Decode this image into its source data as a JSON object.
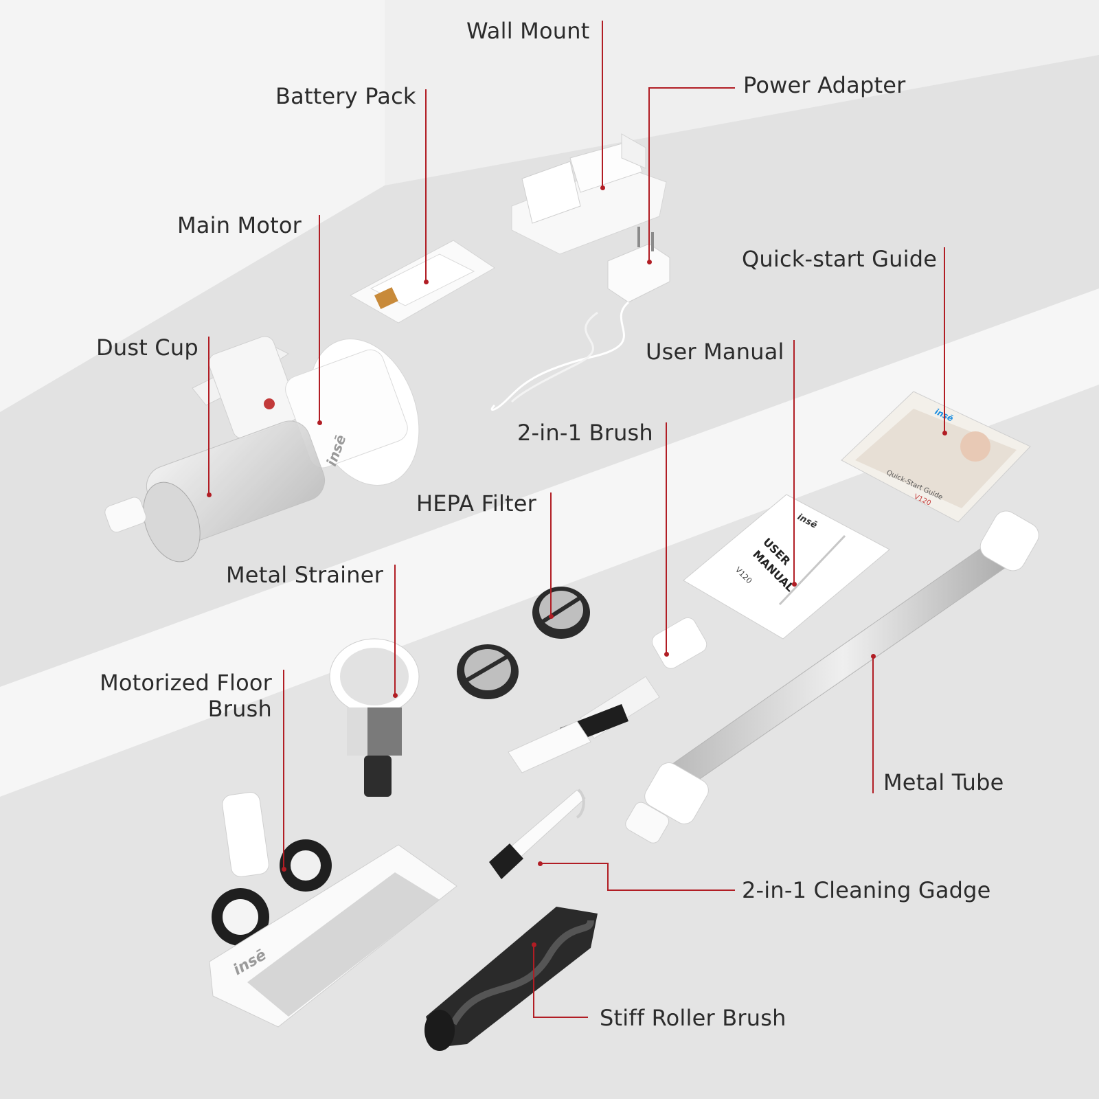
{
  "labels": {
    "wall_mount": "Wall Mount",
    "battery_pack": "Battery Pack",
    "power_adapter": "Power Adapter",
    "main_motor": "Main Motor",
    "quick_start_guide": "Quick-start Guide",
    "dust_cup": "Dust Cup",
    "user_manual": "User Manual",
    "two_in_one_brush": "2-in-1 Brush",
    "hepa_filter": "HEPA Filter",
    "metal_strainer": "Metal Strainer",
    "motorized_floor_brush_line1": "Motorized Floor",
    "motorized_floor_brush_line2": "Brush",
    "metal_tube": "Metal Tube",
    "cleaning_gadge": "2-in-1 Cleaning Gadge",
    "stiff_roller_brush": "Stiff Roller Brush"
  },
  "product": {
    "brand": "insē",
    "manual_title_1": "USER",
    "manual_title_2": "MANUAL",
    "manual_model": "V120",
    "guide_title": "Quick-Start Guide",
    "guide_model": "V120"
  },
  "colors": {
    "accent": "#b11d24",
    "label_text": "#2b2b2b",
    "background": "#ececec",
    "guide_brand": "#1f8fe0"
  }
}
